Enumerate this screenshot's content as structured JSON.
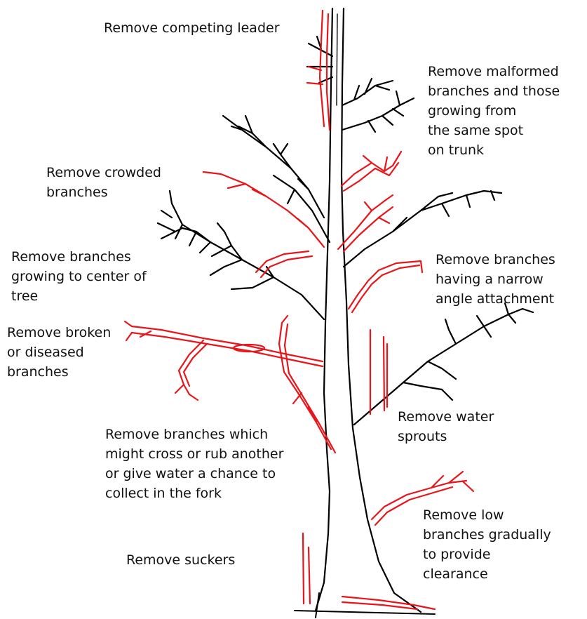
{
  "diagram": {
    "labels": {
      "competing_leader": [
        "Remove competing leader"
      ],
      "malformed": [
        "Remove malformed",
        "branches and those",
        "growing from",
        "the same spot",
        "on trunk"
      ],
      "crowded": [
        "Remove crowded",
        "branches"
      ],
      "center": [
        "Remove branches",
        "growing to center of",
        "tree"
      ],
      "narrow_angle": [
        "Remove branches",
        "having a narrow",
        "angle attachment"
      ],
      "broken": [
        "Remove broken",
        "or diseased",
        "branches"
      ],
      "water_sprouts": [
        "Remove water",
        "sprouts"
      ],
      "cross_rub": [
        "Remove branches which",
        "might cross or rub another",
        "or give water a chance to",
        "collect in the fork"
      ],
      "low_branches": [
        "Remove low",
        "branches gradually",
        "to provide",
        "clearance"
      ],
      "suckers": [
        "Remove suckers"
      ]
    },
    "colors": {
      "keep": "#000000",
      "remove": "#e8161b"
    }
  }
}
